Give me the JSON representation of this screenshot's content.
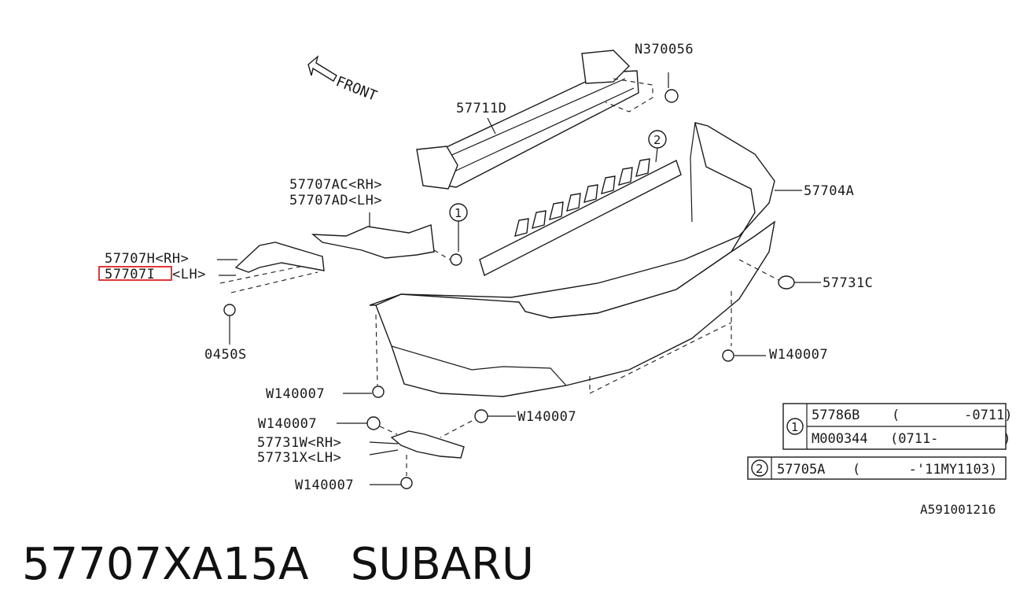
{
  "diagram": {
    "front_label": "FRONT",
    "labels": {
      "n370056": "N370056",
      "reinforcement": "57711D",
      "bracket_ac": "57707AC<RH>",
      "bracket_ad": "57707AD<LH>",
      "bumper_face": "57704A",
      "bracket_h": "57707H<RH>",
      "bracket_i": "57707I",
      "bracket_i_side": "<LH>",
      "clip_57731c": "57731C",
      "screw_0450s": "0450S",
      "w140007_right": "W140007",
      "w140007_a": "W140007",
      "w140007_b": "W140007",
      "w140007_c": "W140007",
      "w140007_d": "W140007",
      "bracket_w": "57731W<RH>",
      "bracket_x": "57731X<LH>"
    },
    "callouts": {
      "one": "1",
      "two": "2"
    },
    "table1": {
      "index": "1",
      "rows": [
        {
          "part": "57786B",
          "range": "(        -0711)"
        },
        {
          "part": "M000344",
          "range": "(0711-        )"
        }
      ]
    },
    "table2": {
      "index": "2",
      "part": "57705A",
      "range": "(      -'11MY1103)"
    },
    "reference": "A591001216",
    "highlight_color": "#e02020"
  },
  "footer": {
    "part_number": "57707XA15A",
    "brand": "SUBARU"
  }
}
